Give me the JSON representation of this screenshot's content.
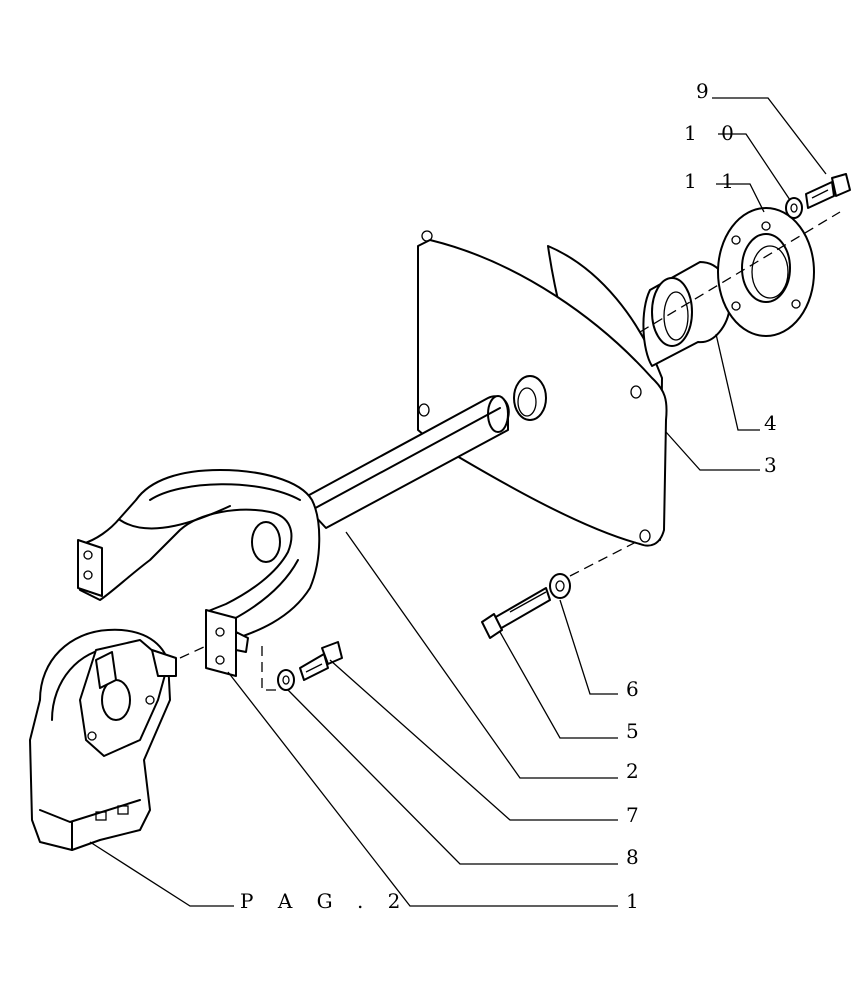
{
  "callouts": {
    "c1": "1",
    "c2": "2",
    "c3": "3",
    "c4": "4",
    "c5": "5",
    "c6": "6",
    "c7": "7",
    "c8": "8",
    "c9": "9",
    "c10": "1 0",
    "c11": "1 1",
    "pag": "P A G . 2"
  },
  "parts": [
    {
      "id": "1",
      "name": "fork-bracket"
    },
    {
      "id": "2",
      "name": "shaft"
    },
    {
      "id": "3",
      "name": "cover-plate"
    },
    {
      "id": "4",
      "name": "bushing"
    },
    {
      "id": "5",
      "name": "bolt"
    },
    {
      "id": "6",
      "name": "washer"
    },
    {
      "id": "7",
      "name": "bolt"
    },
    {
      "id": "8",
      "name": "washer"
    },
    {
      "id": "9",
      "name": "bolt"
    },
    {
      "id": "10",
      "name": "washer"
    },
    {
      "id": "11",
      "name": "flange"
    }
  ]
}
